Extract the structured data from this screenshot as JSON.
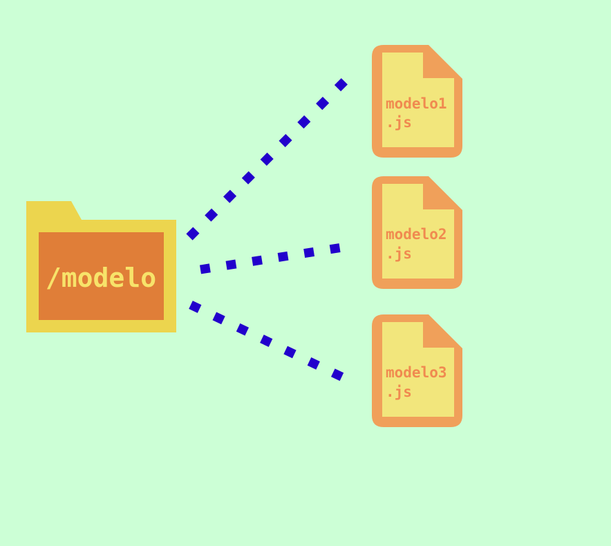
{
  "diagram": {
    "background": "#ccffd6",
    "folder": {
      "label": "/modelo",
      "colors": {
        "outer": "#ecd54e",
        "inner": "#e07e38",
        "text": "#f7e36a"
      }
    },
    "files": [
      {
        "line1": "modelo1",
        "line2": ".js"
      },
      {
        "line1": "modelo2",
        "line2": ".js"
      },
      {
        "line1": "modelo3",
        "line2": ".js"
      }
    ],
    "file_colors": {
      "border": "#f0a05a",
      "page": "#f2e67c",
      "text": "#f08a50"
    },
    "connector_color": "#2200cc"
  }
}
